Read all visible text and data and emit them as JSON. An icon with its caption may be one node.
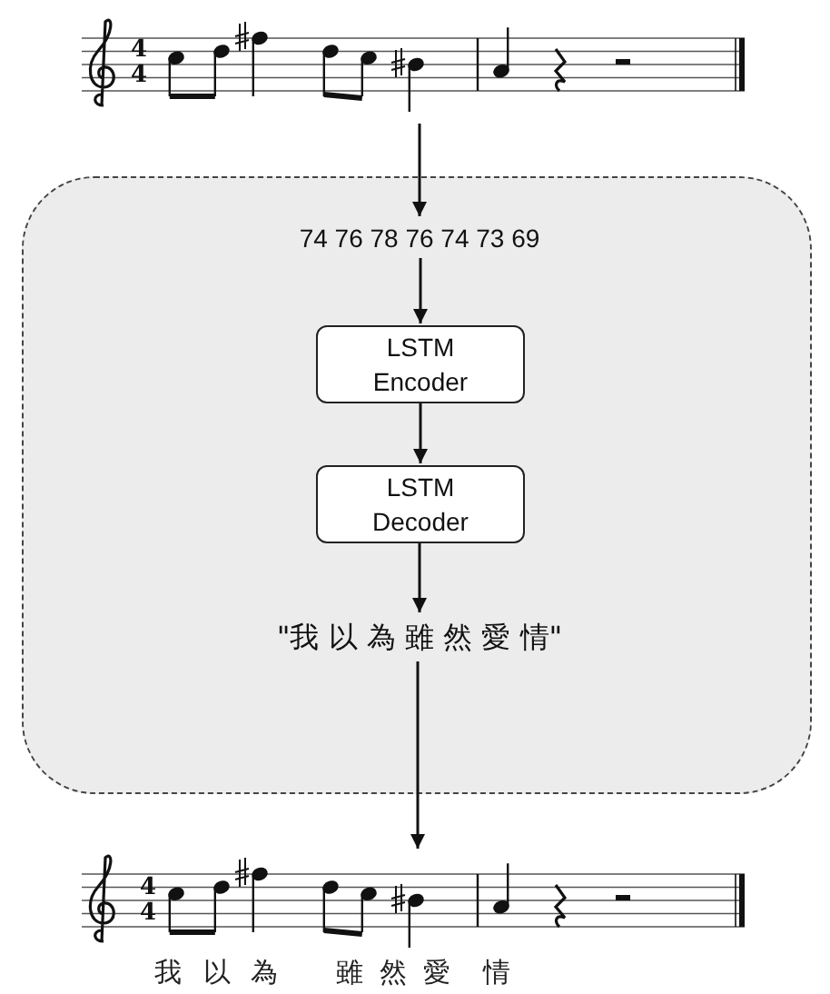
{
  "diagram": {
    "nodes": [
      {
        "text": [],
        "shape": "picture"
      },
      {
        "text": [],
        "shape": "box"
      },
      {
        "text": [
          "74 76 78 76 74 73 69"
        ],
        "in": 1
      },
      {
        "text": [
          "LSTM Encoder"
        ],
        "in": 1
      },
      {
        "text": [
          "LSTM Decoder"
        ],
        "in": 1
      },
      {
        "text": [
          "\"我 以 為 雖 然 愛 情\""
        ],
        "in": 1
      },
      {
        "text": [],
        "shape": "picture"
      }
    ],
    "edges": [
      {
        "from": 0,
        "to": 2,
        "arrow": "to"
      },
      {
        "from": 2,
        "to": 3,
        "arrow": "to"
      },
      {
        "from": 3,
        "to": 4,
        "arrow": "to"
      },
      {
        "from": 4,
        "to": 5,
        "arrow": "to"
      },
      {
        "from": 5,
        "to": 6,
        "arrow": "to"
      }
    ],
    "labels": [
      "4",
      "4",
      "4",
      "4",
      "我",
      "以",
      "為",
      "雖",
      "然",
      "愛",
      "情"
    ]
  }
}
